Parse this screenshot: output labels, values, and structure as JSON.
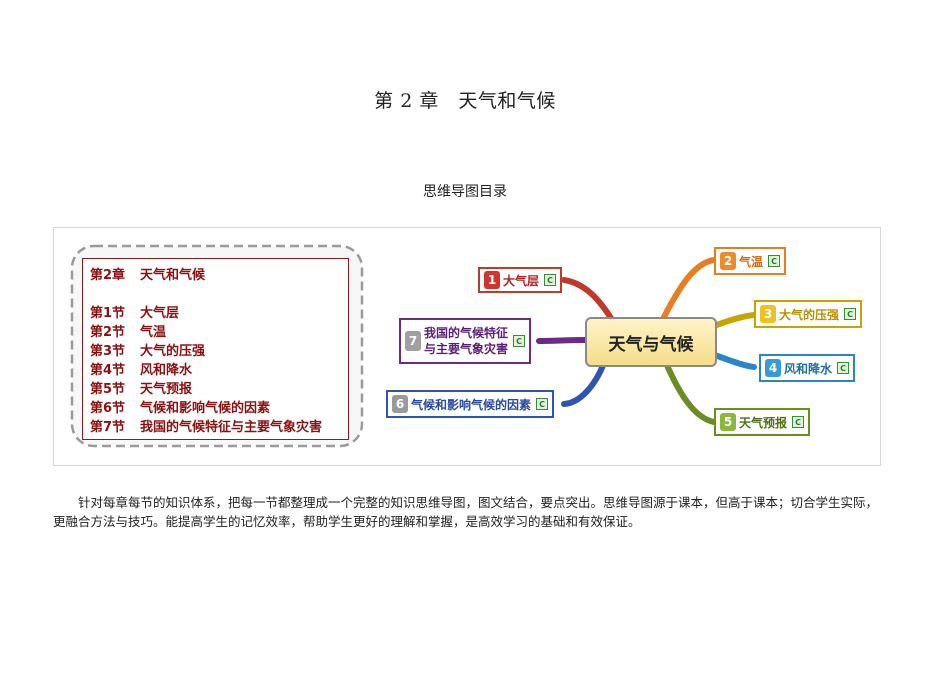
{
  "title": "第 2 章　天气和气候",
  "subtitle": "思维导图目录",
  "toc": {
    "chapter": {
      "num": "第2章",
      "name": "天气和气候"
    },
    "sections": [
      {
        "num": "第1节",
        "name": "大气层"
      },
      {
        "num": "第2节",
        "name": "气温"
      },
      {
        "num": "第3节",
        "name": "大气的压强"
      },
      {
        "num": "第4节",
        "name": "风和降水"
      },
      {
        "num": "第5节",
        "name": "天气预报"
      },
      {
        "num": "第6节",
        "name": "气候和影响气候的因素"
      },
      {
        "num": "第7节",
        "name": "我国的气候特征与主要气象灾害"
      }
    ]
  },
  "mindmap": {
    "center": "天气与气候",
    "nodes": [
      {
        "n": "1",
        "label": "大气层",
        "color": "#c0392b"
      },
      {
        "n": "2",
        "label": "气温",
        "color": "#e67e22"
      },
      {
        "n": "3",
        "label": "大气的压强",
        "color": "#c8a400"
      },
      {
        "n": "4",
        "label": "风和降水",
        "color": "#2b86c8"
      },
      {
        "n": "5",
        "label": "天气预报",
        "color": "#6b8e23"
      },
      {
        "n": "6",
        "label": "气候和影响气候的因素",
        "color": "#2f55b4"
      },
      {
        "n": "7",
        "label_line1": "我国的气候特征",
        "label_line2": "与主要气象灾害",
        "color": "#6a2a8a"
      }
    ],
    "c_icon": "C"
  },
  "paragraph": "针对每章每节的知识体系，把每一节都整理成一个完整的知识思维导图，图文结合，要点突出。思维导图源于课本，但高于课本；切合学生实际，更融合方法与技巧。能提高学生的记忆效率，帮助学生更好的理解和掌握，是高效学习的基础和有效保证。"
}
